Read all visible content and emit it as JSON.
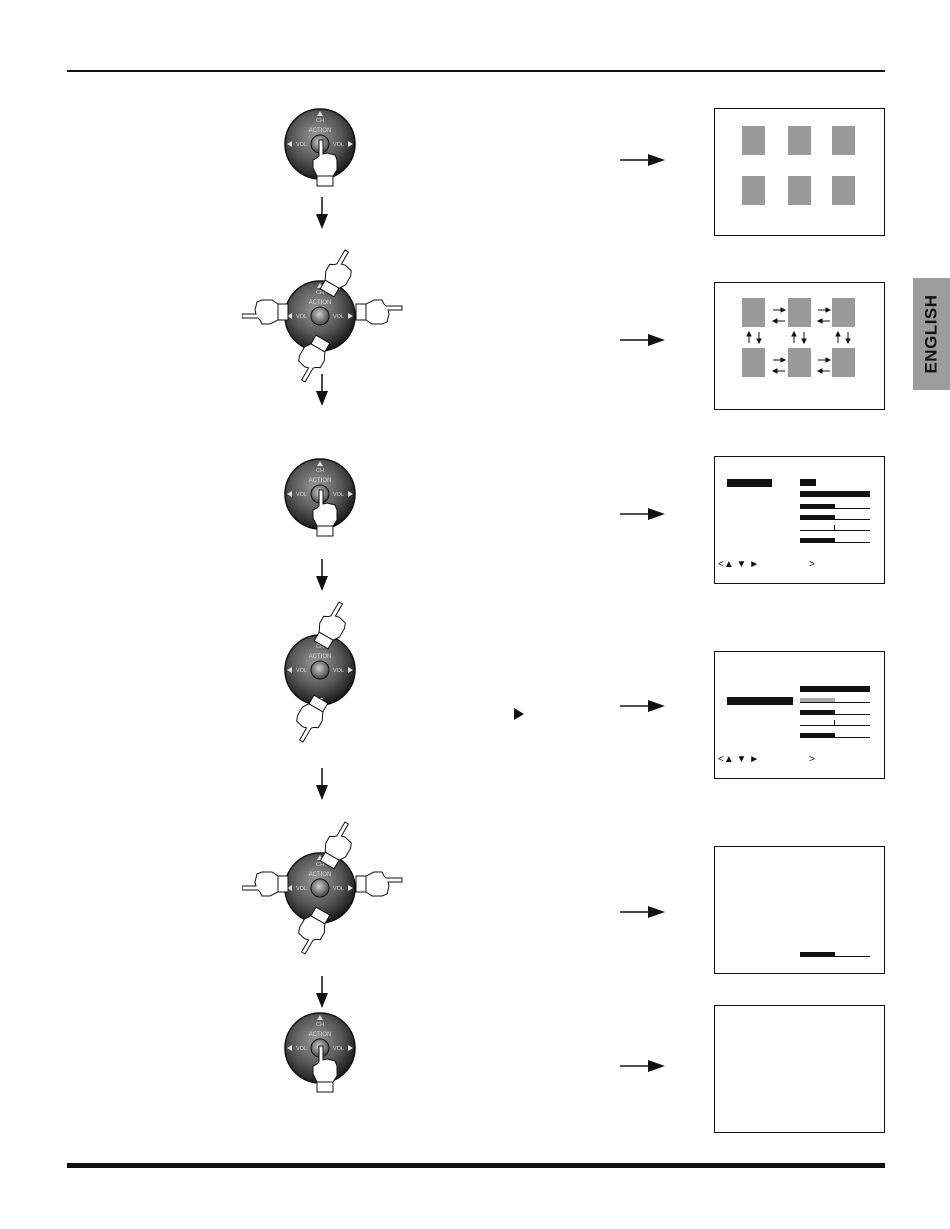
{
  "page": {
    "language_tab": "ENGLISH"
  },
  "remote": {
    "ch_label": "CH",
    "action_label": "ACTION",
    "vol_label": "VOL"
  },
  "osd": {
    "nav_symbols": "<▲ ▼ ►",
    "nav_close": ">"
  },
  "steps": [
    {
      "id": 1,
      "gesture": "press-center",
      "screen": "menu-icons"
    },
    {
      "id": 2,
      "gesture": "navigate-four-way",
      "screen": "menu-icons-with-arrows"
    },
    {
      "id": 3,
      "gesture": "press-center",
      "screen": "adjust-menu"
    },
    {
      "id": 4,
      "gesture": "navigate-up-down",
      "screen": "adjust-menu-selected"
    },
    {
      "id": 5,
      "gesture": "navigate-four-way",
      "screen": "single-slider"
    },
    {
      "id": 6,
      "gesture": "press-center",
      "screen": "blank"
    }
  ]
}
